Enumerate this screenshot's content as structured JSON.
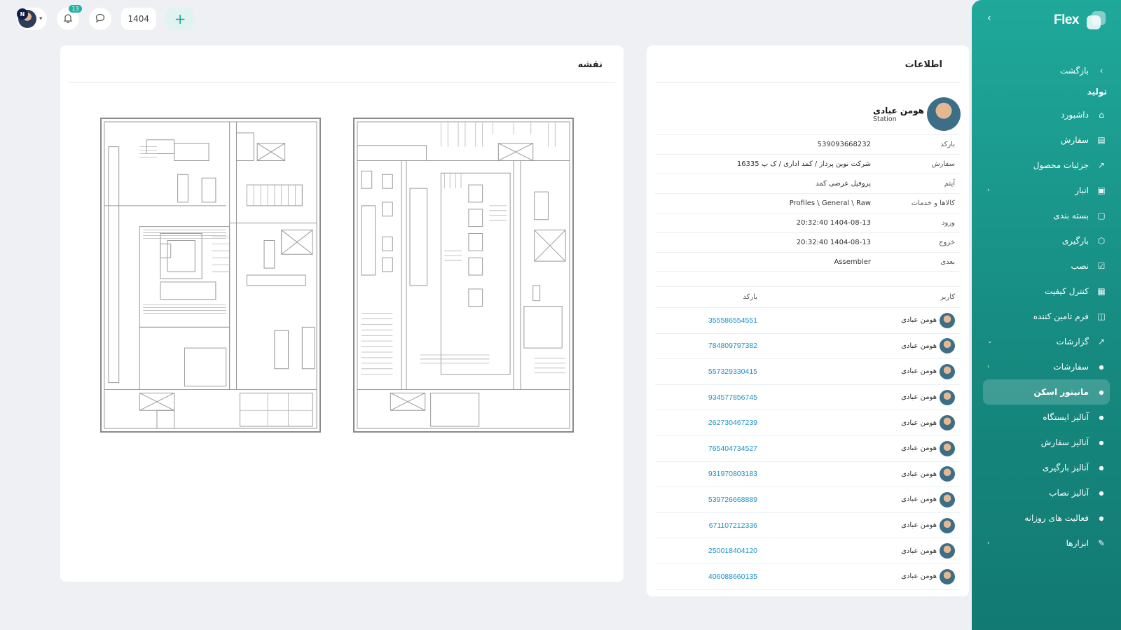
{
  "topbar": {
    "avatar_initial": "N",
    "notifications_count": "13",
    "year": "1404",
    "add_symbol": "+"
  },
  "sidebar": {
    "brand": "Flex",
    "collapse_icon": "chevron-left-icon",
    "items": [
      {
        "label": "بازگشت",
        "icon": "chevron-right-icon"
      },
      {
        "label": "تولید"
      },
      {
        "label": "داشبورد",
        "icon": "home-icon"
      },
      {
        "label": "سفارش",
        "icon": "order-icon"
      },
      {
        "label": "جزئیات محصول",
        "icon": "chart-icon"
      },
      {
        "label": "انبار",
        "icon": "warehouse-icon"
      },
      {
        "label": "بسته بندی",
        "icon": "package-icon"
      },
      {
        "label": "بارگیری",
        "icon": "box-icon"
      },
      {
        "label": "نصب",
        "icon": "install-icon"
      },
      {
        "label": "کنترل کیفیت",
        "icon": "quality-icon"
      },
      {
        "label": "فرم تامین کننده",
        "icon": "form-icon"
      },
      {
        "label": "گزارشات",
        "icon": "report-icon"
      },
      {
        "label": "سفارشات"
      },
      {
        "label": "مانیتور اسکن"
      },
      {
        "label": "آنالیز ایستگاه"
      },
      {
        "label": "آنالیز سفارش"
      },
      {
        "label": "آنالیز بارگیری"
      },
      {
        "label": "آنالیز نصاب"
      },
      {
        "label": "فعالیت های روزانه"
      },
      {
        "label": "ابزارها",
        "icon": "pencil-icon"
      }
    ]
  },
  "map_panel": {
    "title": "نقشه"
  },
  "info_panel": {
    "title": "اطلاعات",
    "profile": {
      "name": "هومن عبادی",
      "role": "Station"
    },
    "fields": [
      {
        "key": "بارکد",
        "value": "539093668232"
      },
      {
        "key": "سفارش",
        "value": "شرکت نوین پرداز / کمد اداری / ک پ 16335"
      },
      {
        "key": "آیتم",
        "value": "پروفیل عرضی کمد"
      },
      {
        "key": "کالاها و خدمات",
        "value": "Profiles \\ General \\ Raw"
      },
      {
        "key": "ورود",
        "value": "1404-08-13 20:32:40"
      },
      {
        "key": "خروج",
        "value": "1404-08-13 20:32:40"
      },
      {
        "key": "بعدی",
        "value": "Assembler"
      }
    ],
    "table": {
      "headers": {
        "user": "کاربر",
        "barcode": "بارکد"
      },
      "rows": [
        {
          "user": "هومن عبادی",
          "barcode": "355586554551"
        },
        {
          "user": "هومن عبادی",
          "barcode": "784809797382"
        },
        {
          "user": "هومن عبادی",
          "barcode": "557329330415"
        },
        {
          "user": "هومن عبادی",
          "barcode": "934577856745"
        },
        {
          "user": "هومن عبادی",
          "barcode": "262730467239"
        },
        {
          "user": "هومن عبادی",
          "barcode": "765404734527"
        },
        {
          "user": "هومن عبادی",
          "barcode": "931970803183"
        },
        {
          "user": "هومن عبادی",
          "barcode": "539726668889"
        },
        {
          "user": "هومن عبادی",
          "barcode": "671107212336"
        },
        {
          "user": "هومن عبادی",
          "barcode": "250018404120"
        },
        {
          "user": "هومن عبادی",
          "barcode": "406088660135"
        }
      ]
    }
  }
}
